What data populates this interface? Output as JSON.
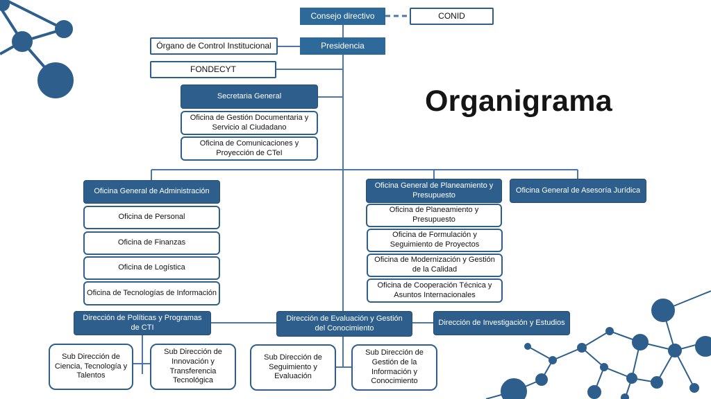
{
  "title": "Organigrama",
  "colors": {
    "primary": "#2e5f8c",
    "connector": "#4a77a8",
    "decoration": "#2e5f8c"
  },
  "top": {
    "consejo": "Consejo directivo",
    "conid": "CONID",
    "presidencia": "Presidencia",
    "organo": "Órgano de Control Institucional",
    "fondecyt": "FONDECYT"
  },
  "secretaria": {
    "head": "Secretaria General",
    "items": [
      "Oficina de Gestión Documentaria y Servicio al Ciudadano",
      "Oficina de Comunicaciones y Proyección de CTeI"
    ]
  },
  "administracion": {
    "head": "Oficina General de Administración",
    "items": [
      "Oficina de Personal",
      "Oficina de Finanzas",
      "Oficina de Logística",
      "Oficina de Tecnologías de Información"
    ]
  },
  "planeamiento": {
    "head": "Oficina General de Planeamiento y Presupuesto",
    "items": [
      "Oficina de Planeamiento y Presupuesto",
      "Oficina de Formulación y Seguimiento de Proyectos",
      "Oficina de Modernización y Gestión de la Calidad",
      "Oficina de Cooperación Técnica y Asuntos Internacionales"
    ]
  },
  "juridica": {
    "head": "Oficina General de Asesoría Jurídica"
  },
  "politicas": {
    "head": "Dirección de Políticas y Programas de CTI",
    "items": [
      "Sub Dirección de Ciencia, Tecnología y Talentos",
      "Sub Dirección de Innovación y Transferencia Tecnológica"
    ]
  },
  "evaluacion": {
    "head": "Dirección de Evaluación y Gestión del Conocimiento",
    "items": [
      "Sub Dirección de Seguimiento y Evaluación",
      "Sub Dirección de Gestión de la Información y Conocimiento"
    ]
  },
  "investigacion": {
    "head": "Dirección de Investigación y Estudios"
  }
}
